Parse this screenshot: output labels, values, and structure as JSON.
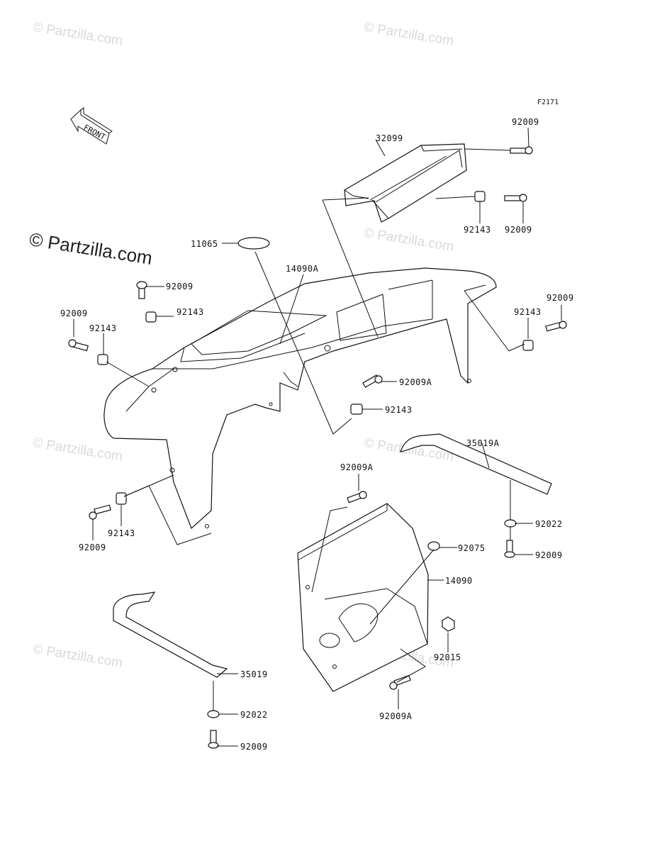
{
  "figure_id": "F2171",
  "front_arrow_text": "FRONT",
  "watermark": {
    "small": "© Partzilla.com",
    "big": "© Partzilla.com"
  },
  "labels": [
    {
      "key": "l32099",
      "text": "32099"
    },
    {
      "key": "l92009a",
      "text": "92009"
    },
    {
      "key": "l92143a",
      "text": "92143"
    },
    {
      "key": "l92009b",
      "text": "92009"
    },
    {
      "key": "l11065",
      "text": "11065"
    },
    {
      "key": "l14090A",
      "text": "14090A"
    },
    {
      "key": "l92009c",
      "text": "92009"
    },
    {
      "key": "l92143b",
      "text": "92143"
    },
    {
      "key": "l92009d",
      "text": "92009"
    },
    {
      "key": "l92143c",
      "text": "92143"
    },
    {
      "key": "l92009e",
      "text": "92009"
    },
    {
      "key": "l92143d",
      "text": "92143"
    },
    {
      "key": "l92009A1",
      "text": "92009A"
    },
    {
      "key": "l92143e",
      "text": "92143"
    },
    {
      "key": "l35019A",
      "text": "35019A"
    },
    {
      "key": "l92009A2",
      "text": "92009A"
    },
    {
      "key": "l92143f",
      "text": "92143"
    },
    {
      "key": "l92009f",
      "text": "92009"
    },
    {
      "key": "l92022a",
      "text": "92022"
    },
    {
      "key": "l92075",
      "text": "92075"
    },
    {
      "key": "l92009g",
      "text": "92009"
    },
    {
      "key": "l14090",
      "text": "14090"
    },
    {
      "key": "l92015",
      "text": "92015"
    },
    {
      "key": "l35019",
      "text": "35019"
    },
    {
      "key": "l92009A3",
      "text": "92009A"
    },
    {
      "key": "l92022b",
      "text": "92022"
    },
    {
      "key": "l92009h",
      "text": "92009"
    }
  ]
}
